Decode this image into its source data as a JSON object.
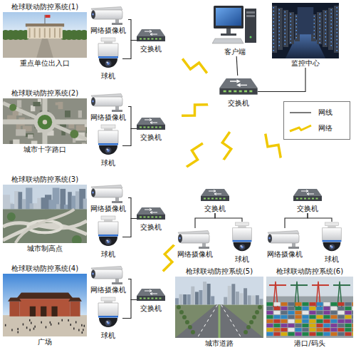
{
  "diagram": {
    "nodes": [
      {
        "text": [
          "枪球联动防控系统(1)",
          "重点单位出入口"
        ]
      },
      {
        "text": [
          "网络摄像机"
        ]
      },
      {
        "text": [
          "球机"
        ]
      },
      {
        "text": [
          "交换机"
        ]
      },
      {
        "text": [
          "客户端"
        ]
      },
      {
        "text": [
          "监控中心"
        ]
      },
      {
        "text": [
          "交换机"
        ]
      },
      {
        "text": [
          "枪球联动防控系统(2)",
          "城市十字路口"
        ]
      },
      {
        "text": [
          "网络摄像机"
        ]
      },
      {
        "text": [
          "球机"
        ]
      },
      {
        "text": [
          "交换机"
        ]
      },
      {
        "text": [
          "枪球联动防控系统(3)",
          "城市制高点"
        ]
      },
      {
        "text": [
          "网络摄像机"
        ]
      },
      {
        "text": [
          "球机"
        ]
      },
      {
        "text": [
          "交换机"
        ]
      },
      {
        "text": [
          "交换机"
        ]
      },
      {
        "text": [
          "交换机"
        ]
      },
      {
        "text": [
          "网络摄像机"
        ]
      },
      {
        "text": [
          "球机"
        ]
      },
      {
        "text": [
          "网络摄像机"
        ]
      },
      {
        "text": [
          "球机"
        ]
      },
      {
        "text": [
          "枪球联动防控系统(4)",
          "广场"
        ]
      },
      {
        "text": [
          "网络摄像机"
        ]
      },
      {
        "text": [
          "球机"
        ]
      },
      {
        "text": [
          "交换机"
        ]
      },
      {
        "text": [
          "枪球联动防控系统(5)",
          "城市道路"
        ]
      },
      {
        "text": [
          "枪球联动防控系统(6)",
          "港口/码头"
        ]
      }
    ],
    "edges": [
      {
        "from": 1,
        "to": 3,
        "arrow": "none"
      },
      {
        "from": 2,
        "to": 3,
        "arrow": "none"
      },
      {
        "from": 3,
        "to": 6,
        "arrow": "none"
      },
      {
        "from": 6,
        "to": 4,
        "arrow": "none"
      },
      {
        "from": 6,
        "to": 5,
        "arrow": "none"
      },
      {
        "from": 8,
        "to": 10,
        "arrow": "none"
      },
      {
        "from": 9,
        "to": 10,
        "arrow": "none"
      },
      {
        "from": 10,
        "to": 6,
        "arrow": "none"
      },
      {
        "from": 12,
        "to": 14,
        "arrow": "none"
      },
      {
        "from": 13,
        "to": 14,
        "arrow": "none"
      },
      {
        "from": 14,
        "to": 6,
        "arrow": "none"
      },
      {
        "from": 6,
        "to": 15,
        "arrow": "none"
      },
      {
        "from": 6,
        "to": 16,
        "arrow": "none"
      },
      {
        "from": 15,
        "to": 17,
        "arrow": "none"
      },
      {
        "from": 15,
        "to": 18,
        "arrow": "none"
      },
      {
        "from": 16,
        "to": 19,
        "arrow": "none"
      },
      {
        "from": 16,
        "to": 20,
        "arrow": "none"
      },
      {
        "from": 22,
        "to": 24,
        "arrow": "none"
      },
      {
        "from": 23,
        "to": 24,
        "arrow": "none"
      },
      {
        "from": 24,
        "to": 6,
        "arrow": "none"
      }
    ],
    "legend": [
      {
        "text": "网线"
      },
      {
        "text": "网络"
      }
    ]
  }
}
